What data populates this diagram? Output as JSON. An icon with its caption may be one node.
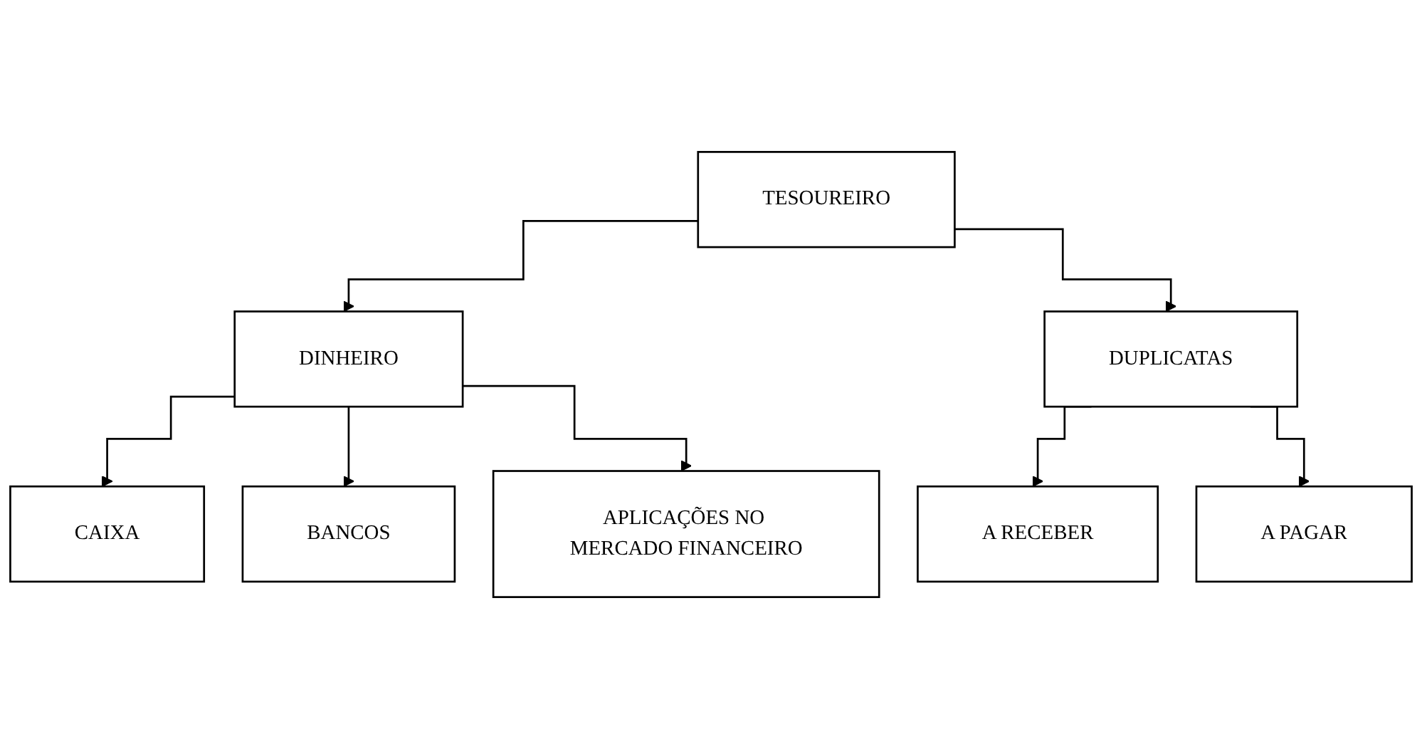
{
  "diagram": {
    "nodes": [
      {
        "text": [
          "TESOUREIRO"
        ]
      },
      {
        "text": [
          "DINHEIRO"
        ]
      },
      {
        "text": [
          "DUPLICATAS"
        ]
      },
      {
        "text": [
          "CAIXA"
        ]
      },
      {
        "text": [
          "BANCOS"
        ]
      },
      {
        "text": [
          "APLICAÇÕES NO MERCADO FINANCEIRO"
        ]
      },
      {
        "text": [
          "A RECEBER"
        ]
      },
      {
        "text": [
          "A PAGAR"
        ]
      }
    ],
    "edges": [
      {
        "from": 0,
        "to": 1,
        "arrow": "to"
      },
      {
        "from": 0,
        "to": 2,
        "arrow": "to"
      },
      {
        "from": 1,
        "to": 3,
        "arrow": "to"
      },
      {
        "from": 1,
        "to": 4,
        "arrow": "to"
      },
      {
        "from": 1,
        "to": 5,
        "arrow": "to"
      },
      {
        "from": 2,
        "to": 6,
        "arrow": "to"
      },
      {
        "from": 2,
        "to": 7,
        "arrow": "to"
      }
    ]
  }
}
